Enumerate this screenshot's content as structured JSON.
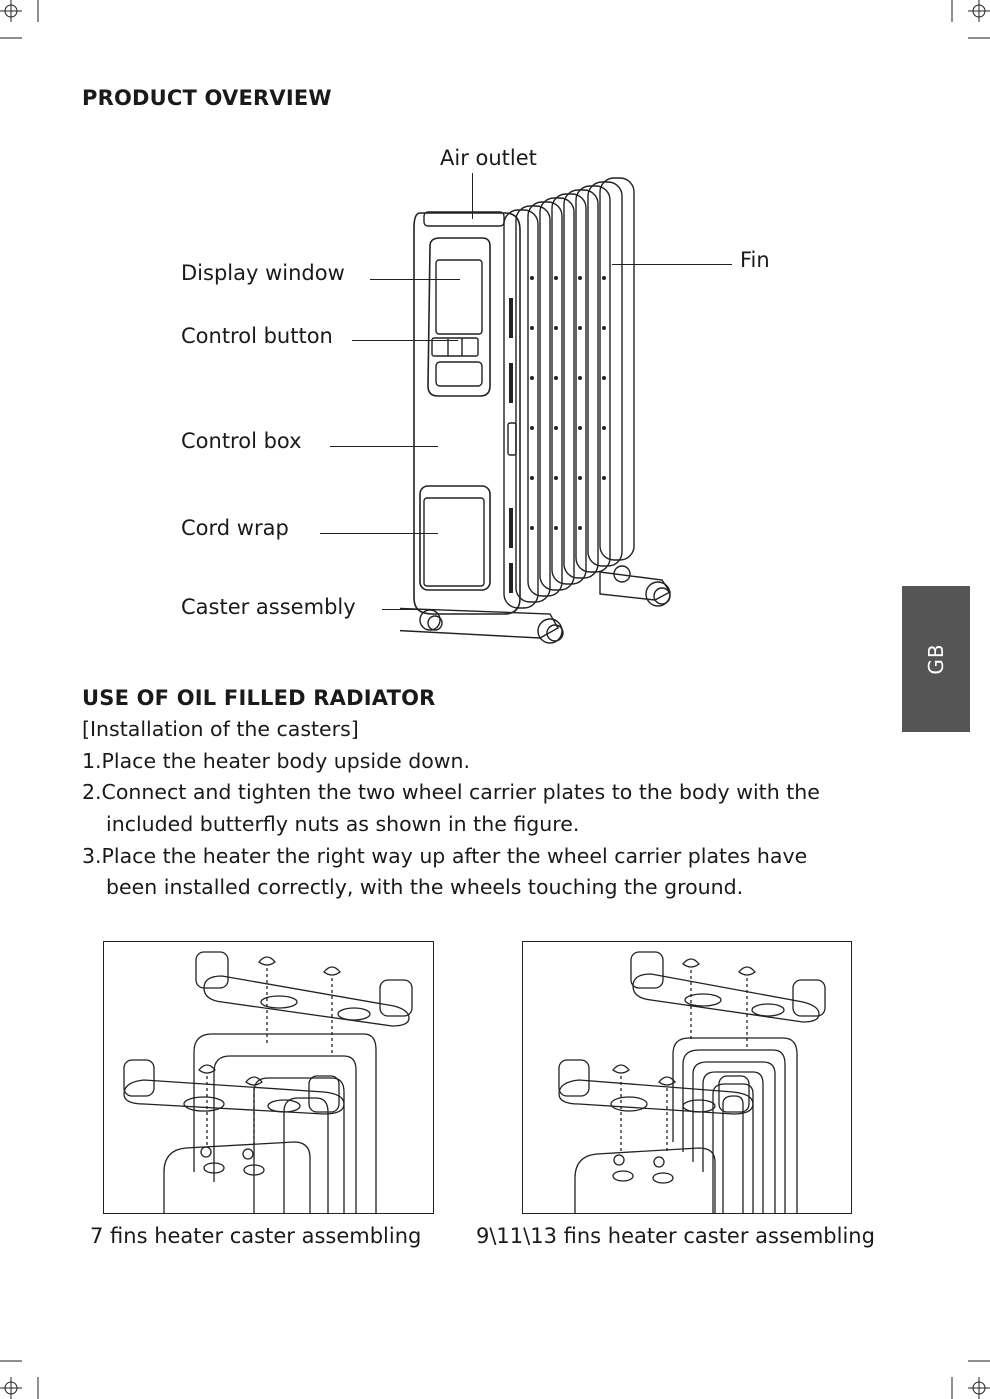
{
  "overview": {
    "title": "PRODUCT OVERVIEW",
    "labels": {
      "air_outlet": "Air outlet",
      "display_window": "Display window",
      "fin": "Fin",
      "control_button": "Control button",
      "control_box": "Control box",
      "cord_wrap": "Cord wrap",
      "caster_assembly": "Caster assembly"
    }
  },
  "usage": {
    "title": "USE OF OIL FILLED RADIATOR",
    "subtitle": "[Installation of the casters]",
    "steps": [
      "1.Place the heater body upside down.",
      "2.Connect and tighten the two wheel carrier plates to the body with the",
      "included butterfly nuts as shown in the figure.",
      "3.Place the heater the right way up after the wheel carrier plates have",
      "been installed correctly, with the wheels touching the ground."
    ]
  },
  "figures": {
    "left_caption": "7 fins heater caster assembling",
    "right_caption": "9\\11\\13 fins heater caster assembling"
  },
  "side_tab": {
    "label": "GB"
  },
  "colors": {
    "tab_bg": "#555555",
    "ink": "#1a1a1a"
  }
}
